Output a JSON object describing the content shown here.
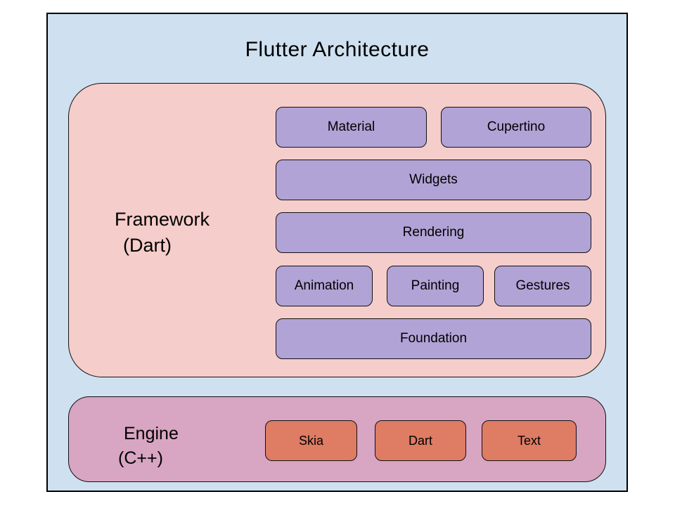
{
  "diagram": {
    "title": "Flutter Architecture"
  },
  "framework": {
    "label": {
      "line1": "Framework",
      "line2": "(Dart)"
    },
    "boxes": [
      {
        "label": "Material"
      },
      {
        "label": "Cupertino"
      },
      {
        "label": "Widgets"
      },
      {
        "label": "Rendering"
      },
      {
        "label": "Animation"
      },
      {
        "label": "Painting"
      },
      {
        "label": "Gestures"
      },
      {
        "label": "Foundation"
      }
    ]
  },
  "engine": {
    "label": {
      "line1": "Engine",
      "line2": "(C++)"
    },
    "boxes": [
      {
        "label": "Skia"
      },
      {
        "label": "Dart"
      },
      {
        "label": "Text"
      }
    ]
  },
  "colors": {
    "page_background": "#ffffff",
    "outer_fill": "#cfe1f0",
    "framework_fill": "#f5cdca",
    "engine_fill": "#d8a5c2",
    "framework_box_fill": "#b2a3d6",
    "engine_box_fill": "#de7c64",
    "border": "#000000",
    "text": "#000000"
  }
}
